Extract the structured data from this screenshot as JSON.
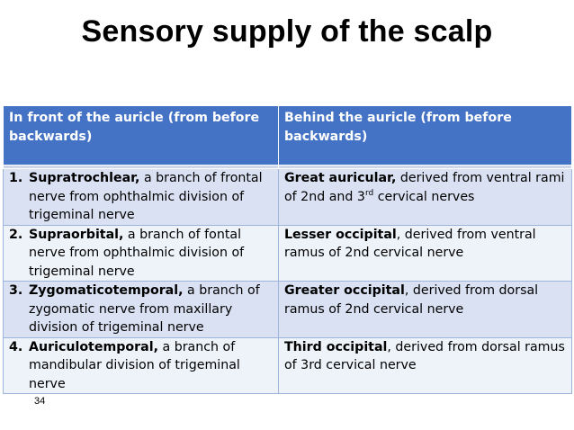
{
  "title": "Sensory supply of the scalp",
  "table": {
    "headers": [
      "In front of the auricle (from before backwards)",
      "Behind the auricle (from before backwards)"
    ],
    "rows": [
      {
        "front": {
          "num": "1.",
          "name": "Supratrochlear,",
          "desc": " a branch of frontal nerve from ophthalmic division of trigeminal nerve"
        },
        "behind": {
          "name": "Great auricular,",
          "desc_pre": " derived from ventral rami of 2nd and 3",
          "sup": "rd",
          "desc_post": " cervical nerves"
        }
      },
      {
        "front": {
          "num": "2.",
          "name": "Supraorbital,",
          "desc": " a branch of fontal nerve from ophthalmic division of trigeminal nerve"
        },
        "behind": {
          "name": "Lesser occipital",
          "desc": ", derived from ventral ramus of 2nd cervical nerve"
        }
      },
      {
        "front": {
          "num": "3.",
          "name": "Zygomaticotemporal,",
          "desc": " a branch of zygomatic nerve from maxillary division of trigeminal nerve"
        },
        "behind": {
          "name": "Greater occipital",
          "desc": ", derived from dorsal ramus of 2nd cervical nerve"
        }
      },
      {
        "front": {
          "num": "4.",
          "name": "Auriculotemporal,",
          "desc": " a branch of mandibular division of trigeminal nerve"
        },
        "behind": {
          "name": "Third occipital",
          "desc": ", derived from dorsal ramus of 3rd cervical nerve"
        }
      }
    ]
  },
  "page_number": "34",
  "colors": {
    "header_bg": "#4472c4",
    "row_odd_bg": "#d9e1f2",
    "row_even_bg": "#eef2f9"
  }
}
